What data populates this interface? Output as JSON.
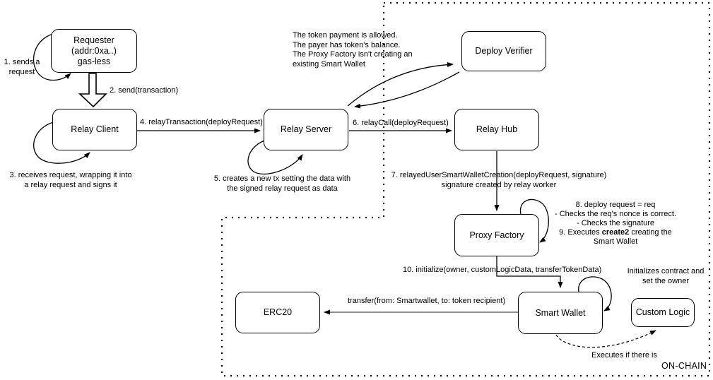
{
  "diagram": {
    "nodes": [
      {
        "id": "requester",
        "label": "Requester\n(addr:0xa..)\ngas-less"
      },
      {
        "id": "relay-client",
        "label": "Relay Client"
      },
      {
        "id": "relay-server",
        "label": "Relay Server"
      },
      {
        "id": "deploy-verifier",
        "label": "Deploy Verifier"
      },
      {
        "id": "relay-hub",
        "label": "Relay Hub"
      },
      {
        "id": "proxy-factory",
        "label": "Proxy Factory"
      },
      {
        "id": "smart-wallet",
        "label": "Smart Wallet"
      },
      {
        "id": "erc20",
        "label": "ERC20"
      },
      {
        "id": "custom-logic",
        "label": "Custom Logic"
      }
    ],
    "labels": {
      "step1": "1. sends a\nrequest",
      "step2": "2. send(transaction)",
      "step3": "3. receives request, wrapping it into\na relay request and signs it",
      "step4": "4. relayTransaction(deployRequest)",
      "step5": "5. creates a new tx setting the data with\nthe signed relay request as data",
      "verifier_note": "The token payment is allowed.\nThe payer has token's balance.\nThe Proxy Factory isn't creating an\nexisting Smart Wallet",
      "step6": "6. relayCall(deployRequest)",
      "step7": "7. relayedUserSmartWalletCreation(deployRequest, signature)\nsignature created by relay worker",
      "step89_pre": "8. deploy request = req\n- Checks the req's nonce is correct.\n- Checks the signature\n9. Executes ",
      "step89_bold": "create2",
      "step89_post": " creating the\nSmart Wallet",
      "step10": "10. initialize(owner, customLogicData, transferTokenData)",
      "init_note": "Initializes contract and\nset the owner",
      "transfer": "transfer(from: Smartwallet, to: token recipient)",
      "executes_note": "Executes if there is",
      "onchain": "ON-CHAIN"
    },
    "colors": {
      "line": "#000000",
      "box_fill": "#ffffff",
      "text": "#000000"
    }
  }
}
